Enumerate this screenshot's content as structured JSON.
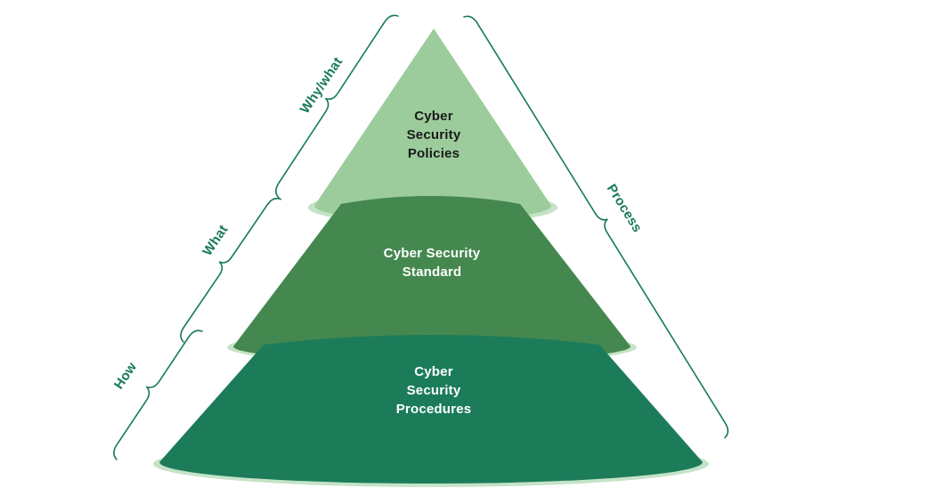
{
  "colors": {
    "background": "#ffffff",
    "accent": "#17795a",
    "tier1": "#9ccc9c",
    "tier2": "#45884f",
    "tier3": "#1c7c5a",
    "base-ellipse": "#c5e3c7",
    "text-dark": "#1a1a1a",
    "text-light": "#ffffff"
  },
  "pyramid": {
    "tiers": [
      {
        "id": "policies",
        "lines": [
          "Cyber",
          "Security",
          "Policies"
        ]
      },
      {
        "id": "standard",
        "lines": [
          "Cyber Security",
          "Standard"
        ]
      },
      {
        "id": "procedures",
        "lines": [
          "Cyber",
          "Security",
          "Procedures"
        ]
      }
    ]
  },
  "side_labels": {
    "why_what": "Why/what",
    "what": "What",
    "how": "How",
    "process": "Process"
  }
}
